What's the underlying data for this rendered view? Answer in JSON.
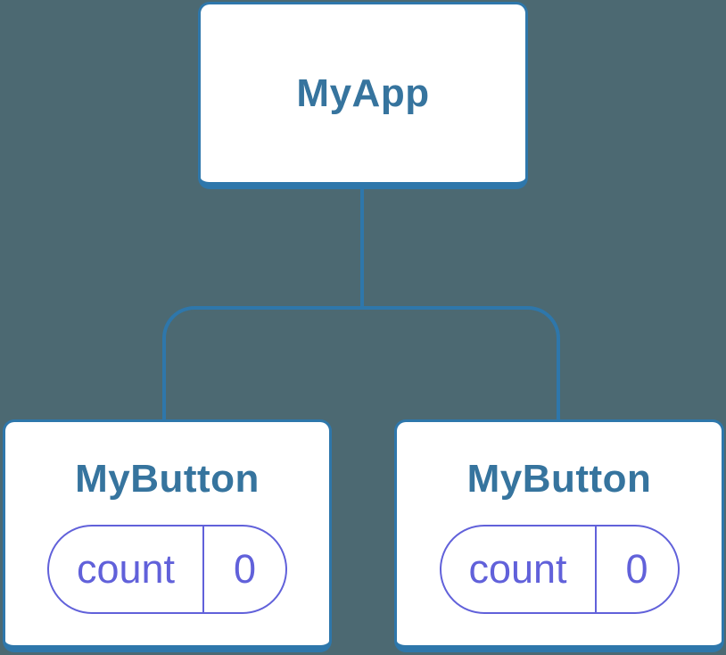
{
  "diagram": {
    "type": "component-tree",
    "background_color": "#4C6972",
    "colors": {
      "node_background": "#FFFFFF",
      "node_border": "#2E77AB",
      "connector_line": "#2E77AB",
      "node_title_text": "#36749E",
      "state_accent": "#6161DA"
    },
    "tree": {
      "root": {
        "label": "MyApp"
      },
      "children": [
        {
          "label": "MyButton",
          "state": {
            "key": "count",
            "value": "0"
          }
        },
        {
          "label": "MyButton",
          "state": {
            "key": "count",
            "value": "0"
          }
        }
      ]
    }
  }
}
